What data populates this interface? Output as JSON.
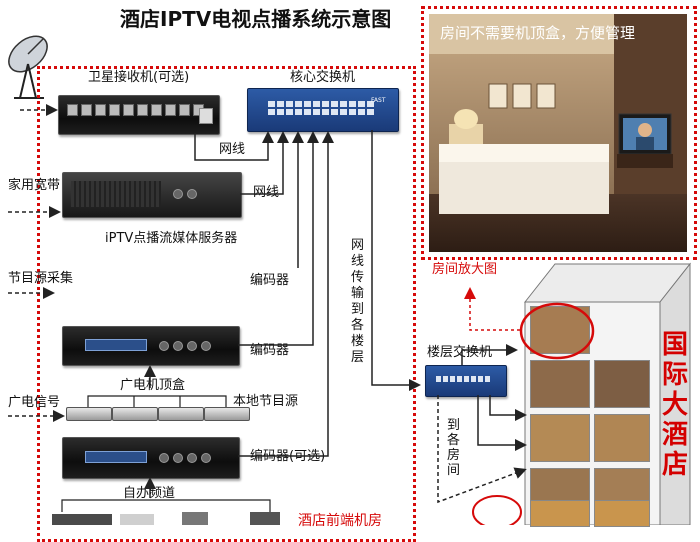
{
  "title": "酒店IPTV电视点播系统示意图",
  "room_caption": "房间不需要机顶盒，方便管理",
  "room_zoom_label": "房间放大图",
  "labels": {
    "satellite_receiver": "卫星接收机(可选)",
    "core_switch": "核心交换机",
    "network_cable_1": "网线",
    "broadband": "家用宽带",
    "network_cable_2": "网线",
    "iptv_server": "iPTV点播流媒体服务器",
    "encoder_1": "编码器",
    "program_collect": "节目源采集",
    "encoder_2": "编码器",
    "cable_vertical": "网线传输到各楼层",
    "tv_stb": "广电机顶盒",
    "tv_signal": "广电信号",
    "local_source": "本地节目源",
    "encoder_optional": "编码器(可选)",
    "self_channel": "自办频道",
    "floor_switch": "楼层交换机",
    "to_rooms": "到各房间",
    "bottom_cut": "酒店前端机房",
    "hotel_sign": "国际大酒店"
  },
  "switch_brand": "FAST",
  "colors": {
    "red": "#d60a0a",
    "arrow": "#222222",
    "switch_blue": "#1f4a93"
  }
}
